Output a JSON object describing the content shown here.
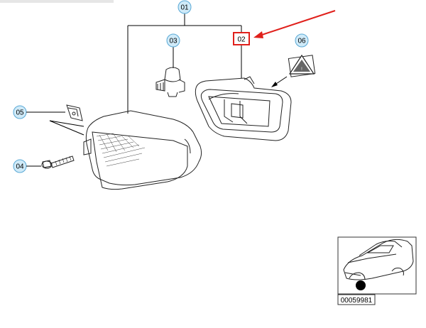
{
  "callouts": {
    "c01": "01",
    "c02": "02",
    "c03": "03",
    "c04": "04",
    "c05": "05",
    "c06": "06"
  },
  "highlighted_callout": "02",
  "reference_number": "00059981",
  "colors": {
    "callout_circle_fill": "#cfeaf8",
    "callout_circle_stroke": "#5aa9d6",
    "highlight_box": "#e0201b",
    "arrow": "#e0201b",
    "line_art": "#222222"
  },
  "icons": {
    "warning_label": "warning-triangle-icon",
    "car_location": "car-thumbnail-icon"
  }
}
